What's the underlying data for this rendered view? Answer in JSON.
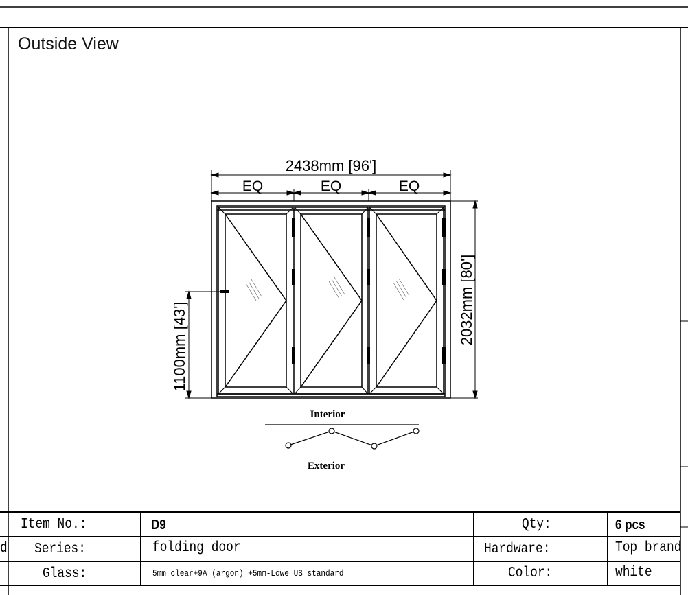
{
  "view_title": "Outside View",
  "dimensions": {
    "width": "2438mm [96']",
    "segments": [
      "EQ",
      "EQ",
      "EQ"
    ],
    "height": "2032mm [80']",
    "handle_height": "1100mm [43']"
  },
  "plan": {
    "interior": "Interior",
    "exterior": "Exterior"
  },
  "table": {
    "item_label": "Item No.:",
    "item_value": "D9",
    "qty_label": "Qty:",
    "qty_value": "6 pcs",
    "series_label": "Series:",
    "series_value": "folding door",
    "hardware_label": "Hardware:",
    "hardware_value": "Top brand",
    "glass_label": "Glass:",
    "glass_value": "5mm clear+9A (argon) +5mm-Lowe US standard",
    "color_label": "Color:",
    "color_value": "white",
    "cut_text": "d"
  }
}
